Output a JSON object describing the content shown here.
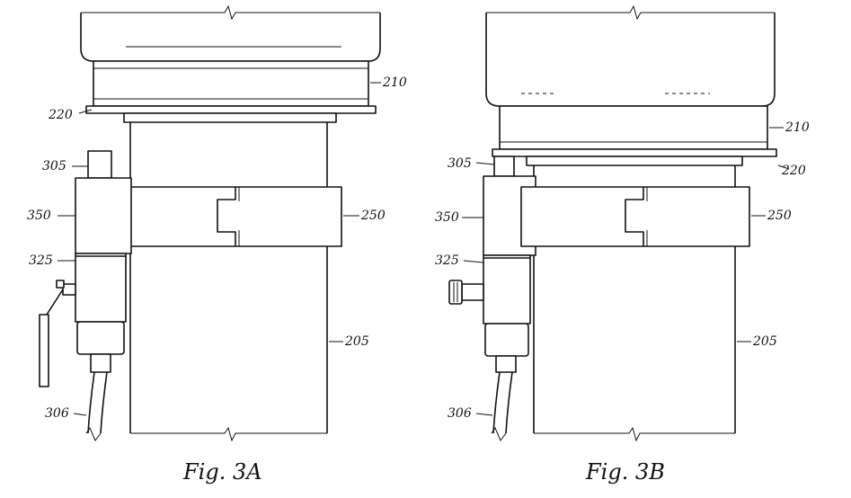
{
  "figures": [
    {
      "caption": "Fig. 3A",
      "labels": {
        "l210": "210",
        "l220": "220",
        "l305": "305",
        "l350": "350",
        "l250": "250",
        "l325": "325",
        "l205": "205",
        "l306": "306"
      }
    },
    {
      "caption": "Fig. 3B",
      "labels": {
        "l210": "210",
        "l220": "220",
        "l305": "305",
        "l350": "350",
        "l250": "250",
        "l325": "325",
        "l205": "205",
        "l306": "306"
      }
    }
  ]
}
